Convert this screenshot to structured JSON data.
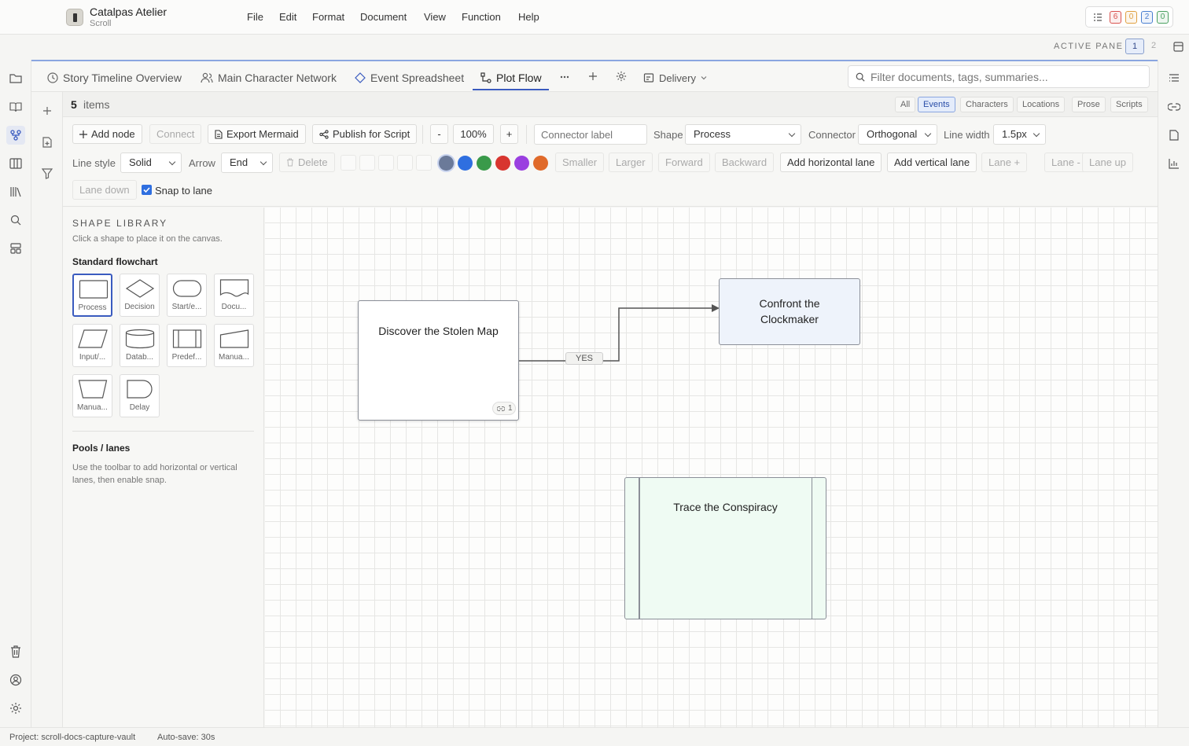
{
  "app": {
    "name": "Catalpas Atelier",
    "subtitle": "Scroll"
  },
  "menu": [
    "File",
    "Edit",
    "Format",
    "Document",
    "View",
    "Function",
    "Help"
  ],
  "status_chips": [
    {
      "value": "6",
      "color": "#d9534f"
    },
    {
      "value": "0",
      "color": "#e0a040"
    },
    {
      "value": "2",
      "color": "#4a7fd0"
    },
    {
      "value": "0",
      "color": "#4aa060"
    }
  ],
  "pane": {
    "label": "ACTIVE PANE",
    "active": "1",
    "other": "2"
  },
  "tabs": [
    {
      "label": "Story Timeline Overview",
      "icon": "clock-icon"
    },
    {
      "label": "Main Character Network",
      "icon": "users-icon"
    },
    {
      "label": "Event Spreadsheet",
      "icon": "diamond-icon"
    },
    {
      "label": "Plot Flow",
      "icon": "flow-icon",
      "active": true
    }
  ],
  "delivery": {
    "label": "Delivery"
  },
  "filter": {
    "placeholder": "Filter documents, tags, summaries..."
  },
  "items": {
    "count": "5",
    "label": "items"
  },
  "filters": [
    "All",
    "Events",
    "Characters",
    "Locations",
    "Prose",
    "Scripts"
  ],
  "active_filter": "Events",
  "toolbar": {
    "add_node": "Add node",
    "connect": "Connect",
    "export_mermaid": "Export Mermaid",
    "publish_script": "Publish for Script",
    "zoom_out": "-",
    "zoom": "100%",
    "zoom_in": "+",
    "connector_label_placeholder": "Connector label",
    "shape_label": "Shape",
    "shape_value": "Process",
    "connector_label": "Connector",
    "connector_value": "Orthogonal",
    "line_width_label": "Line width",
    "line_width_value": "1.5px",
    "line_style_label": "Line style",
    "line_style_value": "Solid",
    "arrow_label": "Arrow",
    "arrow_value": "End",
    "delete": "Delete",
    "smaller": "Smaller",
    "larger": "Larger",
    "forward": "Forward",
    "backward": "Backward",
    "add_h_lane": "Add horizontal lane",
    "add_v_lane": "Add vertical lane",
    "lane_plus": "Lane +",
    "lane_minus": "Lane -",
    "lane_up": "Lane up",
    "lane_down": "Lane down",
    "snap_label": "Snap to lane",
    "snap_checked": true
  },
  "colors": [
    "#6b7a99",
    "#2f6fe0",
    "#3a9a4a",
    "#d8352f",
    "#9a3fe0",
    "#e06a2a"
  ],
  "library": {
    "title": "SHAPE LIBRARY",
    "hint": "Click a shape to place it on the canvas.",
    "standard_title": "Standard flowchart",
    "shapes": [
      "Process",
      "Decision",
      "Start/e...",
      "Docu...",
      "Input/...",
      "Datab...",
      "Predef...",
      "Manua...",
      "Manua...",
      "Delay"
    ],
    "pools_title": "Pools / lanes",
    "pools_hint": "Use the toolbar to add horizontal or vertical lanes, then enable snap."
  },
  "canvas": {
    "nodes": [
      {
        "label": "Discover the Stolen Map",
        "link_count": "1",
        "fill": "#ffffff"
      },
      {
        "label": "Confront the Clockmaker",
        "fill": "#eef3fb"
      },
      {
        "label": "Trace the Conspiracy",
        "fill": "#effbf3"
      }
    ],
    "edge_label": "YES"
  },
  "footer": {
    "project": "Project: scroll-docs-capture-vault",
    "autosave": "Auto-save: 30s"
  }
}
